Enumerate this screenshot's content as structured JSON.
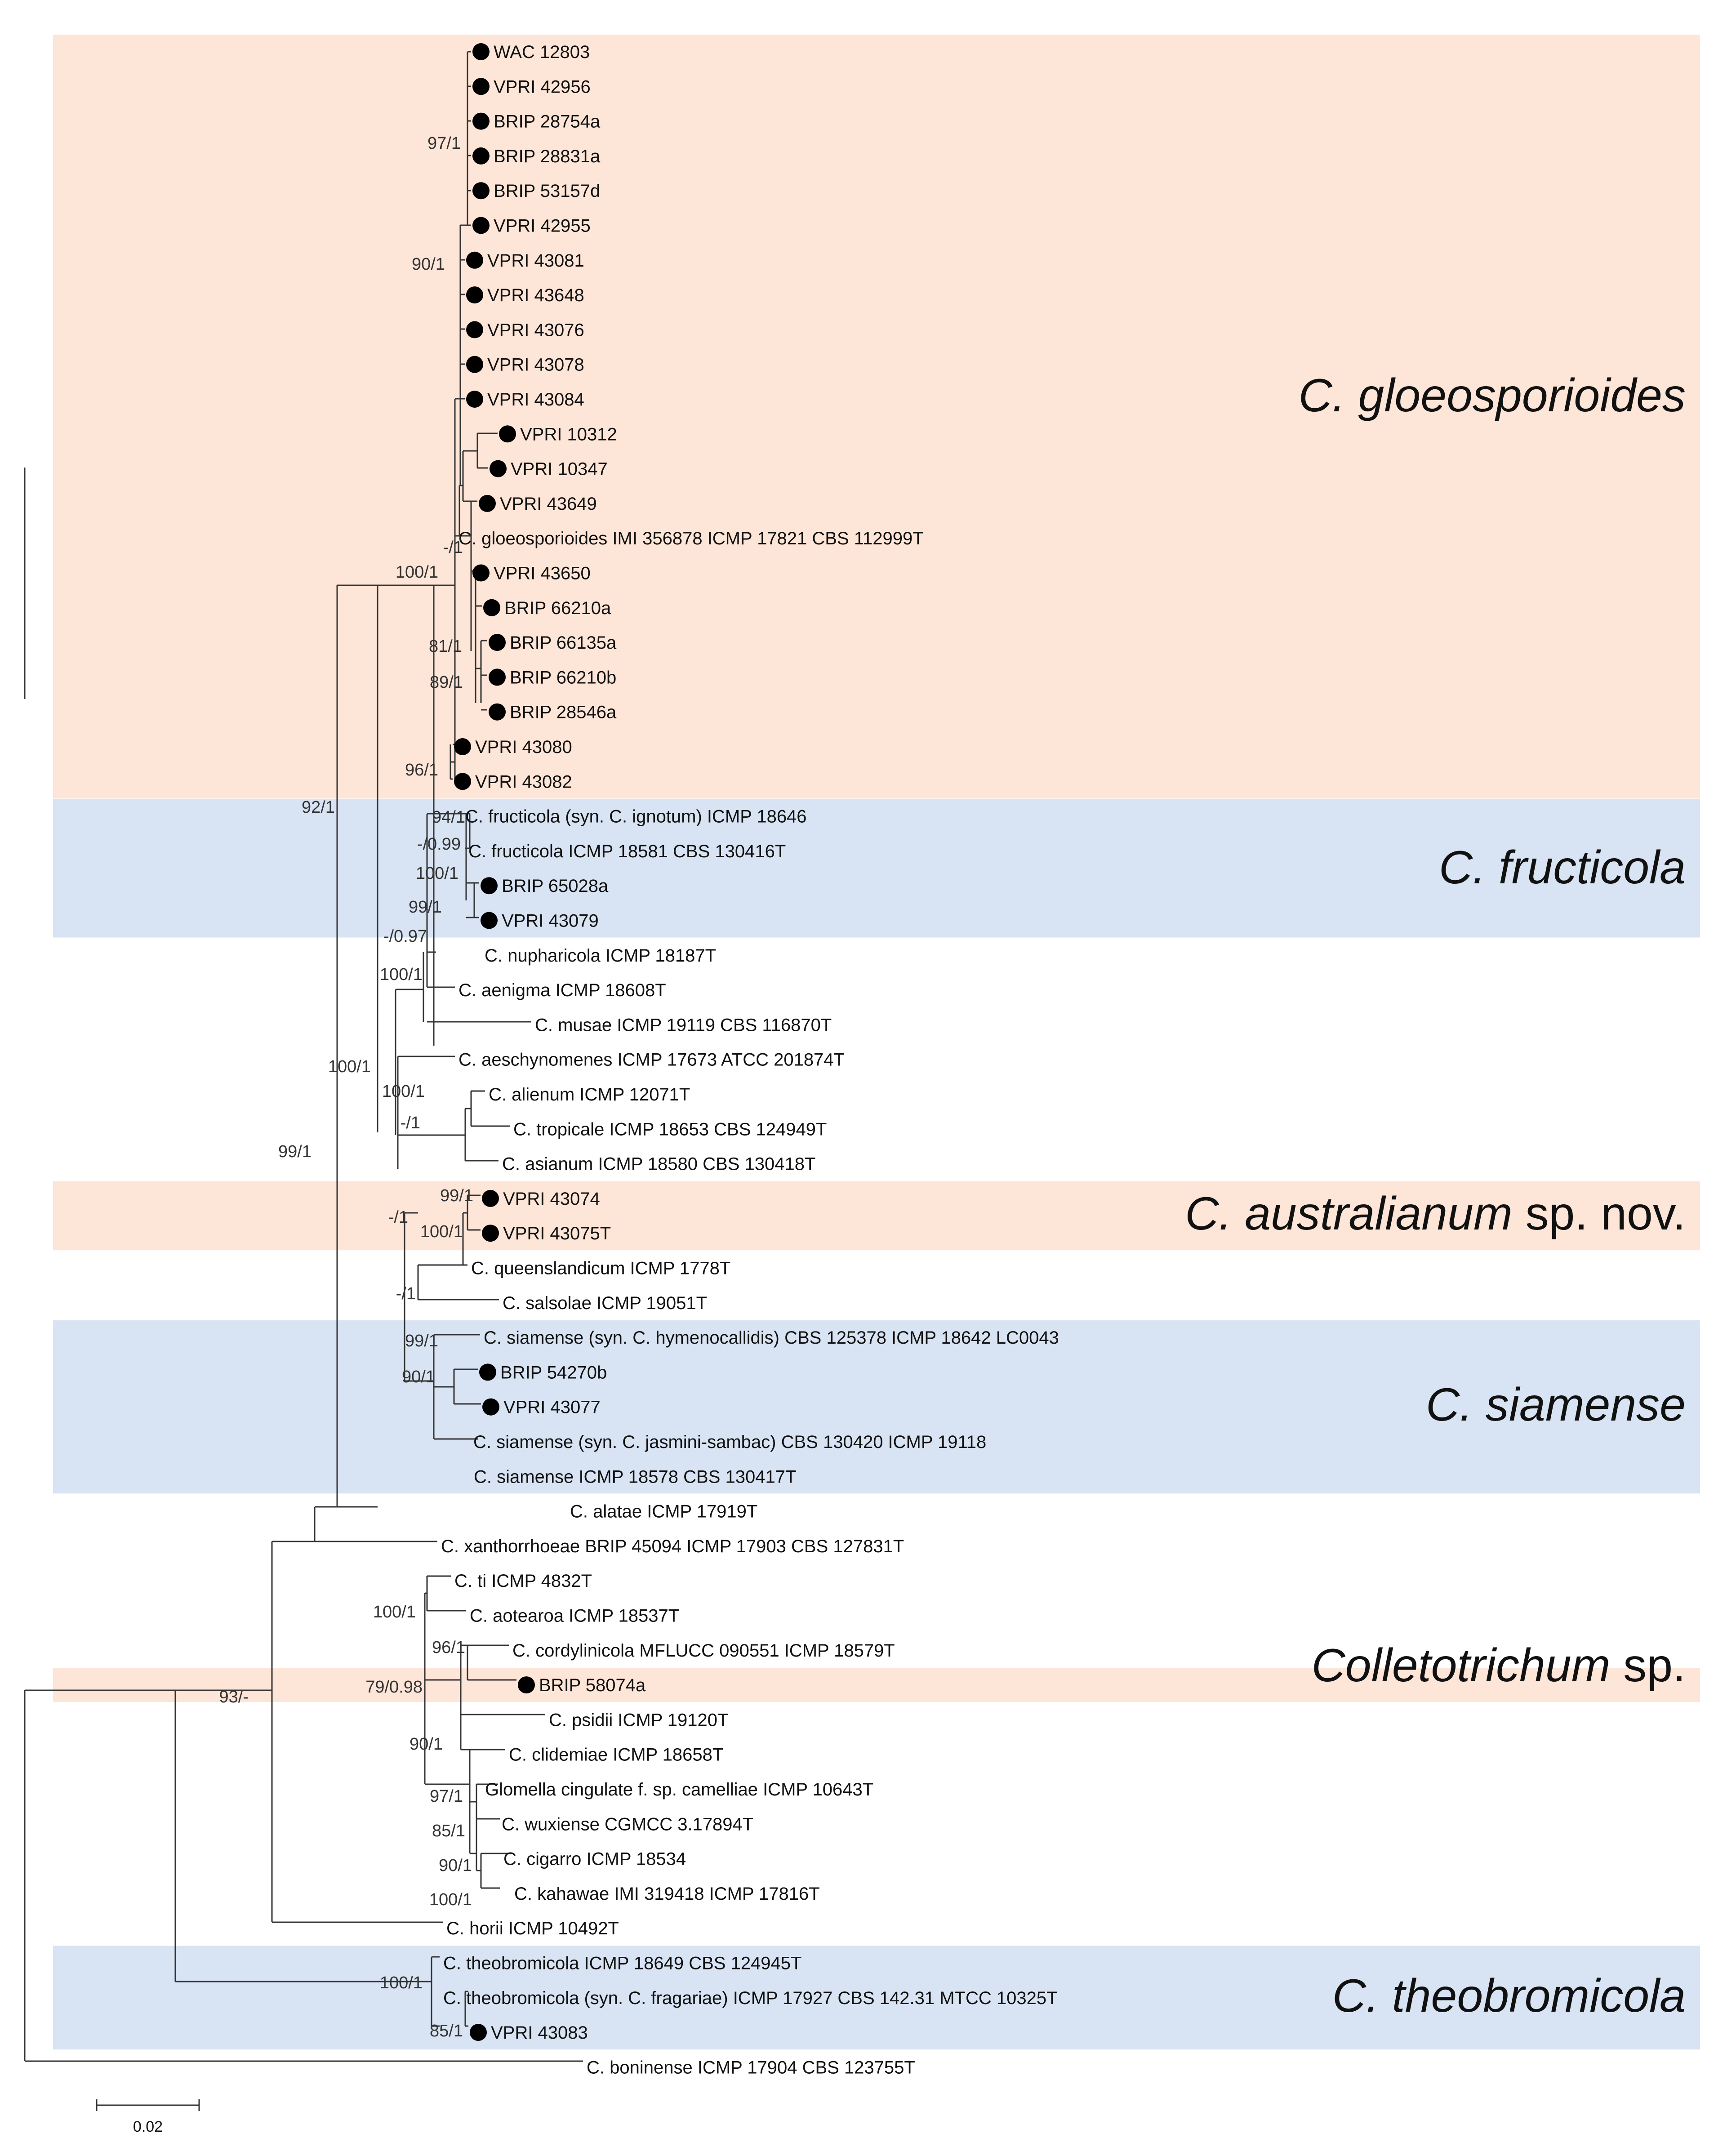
{
  "colors": {
    "band_orange": "#fde5d7",
    "band_blue": "#d8e3f3"
  },
  "clades": [
    {
      "name": "C. gloeosporioides",
      "suffix": "",
      "color": "band_orange"
    },
    {
      "name": "C. fructicola",
      "suffix": "",
      "color": "band_blue"
    },
    {
      "name": "C. australianum",
      "suffix": " sp. nov.",
      "color": "band_orange"
    },
    {
      "name": "C. siamense",
      "suffix": "",
      "color": "band_blue"
    },
    {
      "name": "Colletotrichum",
      "suffix": " sp.",
      "color": "band_orange"
    },
    {
      "name": "C. theobromicola",
      "suffix": "",
      "color": "band_blue"
    }
  ],
  "leaves": [
    {
      "label": "WAC 12803",
      "isolate": true
    },
    {
      "label": "VPRI 42956",
      "isolate": true
    },
    {
      "label": "BRIP 28754a",
      "isolate": true
    },
    {
      "label": "BRIP 28831a",
      "isolate": true
    },
    {
      "label": "BRIP 53157d",
      "isolate": true
    },
    {
      "label": "VPRI 42955",
      "isolate": true
    },
    {
      "label": "VPRI 43081",
      "isolate": true
    },
    {
      "label": "VPRI 43648",
      "isolate": true
    },
    {
      "label": "VPRI 43076",
      "isolate": true
    },
    {
      "label": "VPRI 43078",
      "isolate": true
    },
    {
      "label": "VPRI 43084",
      "isolate": true
    },
    {
      "label": "VPRI 10312",
      "isolate": true
    },
    {
      "label": "VPRI 10347",
      "isolate": true
    },
    {
      "label": "VPRI 43649",
      "isolate": true
    },
    {
      "label": "C. gloeosporioides IMI 356878 ICMP 17821 CBS 112999T",
      "isolate": false
    },
    {
      "label": "VPRI 43650",
      "isolate": true
    },
    {
      "label": "BRIP 66210a",
      "isolate": true
    },
    {
      "label": "BRIP 66135a",
      "isolate": true
    },
    {
      "label": "BRIP 66210b",
      "isolate": true
    },
    {
      "label": "BRIP 28546a",
      "isolate": true
    },
    {
      "label": "VPRI 43080",
      "isolate": true
    },
    {
      "label": "VPRI 43082",
      "isolate": true
    },
    {
      "label": "C. fructicola (syn. C. ignotum) ICMP 18646",
      "isolate": false
    },
    {
      "label": "C. fructicola ICMP 18581 CBS 130416T",
      "isolate": false
    },
    {
      "label": "BRIP 65028a",
      "isolate": true
    },
    {
      "label": "VPRI 43079",
      "isolate": true
    },
    {
      "label": "C. nupharicola ICMP 18187T",
      "isolate": false
    },
    {
      "label": "C. aenigma ICMP 18608T",
      "isolate": false
    },
    {
      "label": "C. musae ICMP 19119 CBS 116870T",
      "isolate": false
    },
    {
      "label": "C. aeschynomenes ICMP 17673 ATCC 201874T",
      "isolate": false
    },
    {
      "label": "C. alienum ICMP 12071T",
      "isolate": false
    },
    {
      "label": "C. tropicale ICMP 18653 CBS 124949T",
      "isolate": false
    },
    {
      "label": "C. asianum ICMP 18580 CBS 130418T",
      "isolate": false
    },
    {
      "label": "VPRI 43074",
      "isolate": true
    },
    {
      "label": "VPRI 43075T",
      "isolate": true
    },
    {
      "label": "C. queenslandicum ICMP 1778T",
      "isolate": false
    },
    {
      "label": "C. salsolae ICMP 19051T",
      "isolate": false
    },
    {
      "label": "C. siamense (syn. C. hymenocallidis) CBS 125378 ICMP 18642 LC0043",
      "isolate": false
    },
    {
      "label": "BRIP 54270b",
      "isolate": true
    },
    {
      "label": "VPRI 43077",
      "isolate": true
    },
    {
      "label": "C. siamense (syn. C. jasmini-sambac) CBS 130420 ICMP 19118",
      "isolate": false
    },
    {
      "label": "C. siamense ICMP 18578 CBS 130417T",
      "isolate": false
    },
    {
      "label": "C. alatae ICMP 17919T",
      "isolate": false
    },
    {
      "label": "C. xanthorrhoeae BRIP 45094 ICMP 17903 CBS 127831T",
      "isolate": false
    },
    {
      "label": "C. ti ICMP 4832T",
      "isolate": false
    },
    {
      "label": "C. aotearoa ICMP 18537T",
      "isolate": false
    },
    {
      "label": "C. cordylinicola MFLUCC 090551 ICMP 18579T",
      "isolate": false
    },
    {
      "label": "BRIP 58074a",
      "isolate": true
    },
    {
      "label": "C. psidii ICMP 19120T",
      "isolate": false
    },
    {
      "label": "C. clidemiae ICMP 18658T",
      "isolate": false
    },
    {
      "label": "Glomella cingulate f. sp. camelliae ICMP 10643T",
      "isolate": false
    },
    {
      "label": "C. wuxiense CGMCC 3.17894T",
      "isolate": false
    },
    {
      "label": "C. cigarro ICMP 18534",
      "isolate": false
    },
    {
      "label": "C. kahawae IMI 319418 ICMP 17816T",
      "isolate": false
    },
    {
      "label": "C. horii ICMP 10492T",
      "isolate": false
    },
    {
      "label": "C. theobromicola ICMP 18649 CBS 124945T",
      "isolate": false
    },
    {
      "label": "C. theobromicola (syn. C. fragariae) ICMP 17927 CBS 142.31 MTCC 10325T",
      "isolate": false
    },
    {
      "label": "VPRI 43083",
      "isolate": true
    },
    {
      "label": "C. boninense ICMP 17904 CBS 123755T",
      "isolate": false
    }
  ],
  "supports": [
    "97/1",
    "90/1",
    "-/1",
    "100/1",
    "81/1",
    "89/1",
    "96/1",
    "92/1",
    "94/1",
    "-/0.99",
    "100/1",
    "99/1",
    "-/0.97",
    "100/1",
    "100/1",
    "100/1",
    "-/1",
    "99/1",
    "100/1",
    "-/1",
    "-/1",
    "99/1",
    "90/1",
    "99/1",
    "100/1",
    "96/1",
    "79/0.98",
    "90/1",
    "97/1",
    "85/1",
    "90/1",
    "100/1",
    "93/-",
    "100/1",
    "85/1"
  ],
  "scale": {
    "label": "0.02"
  }
}
